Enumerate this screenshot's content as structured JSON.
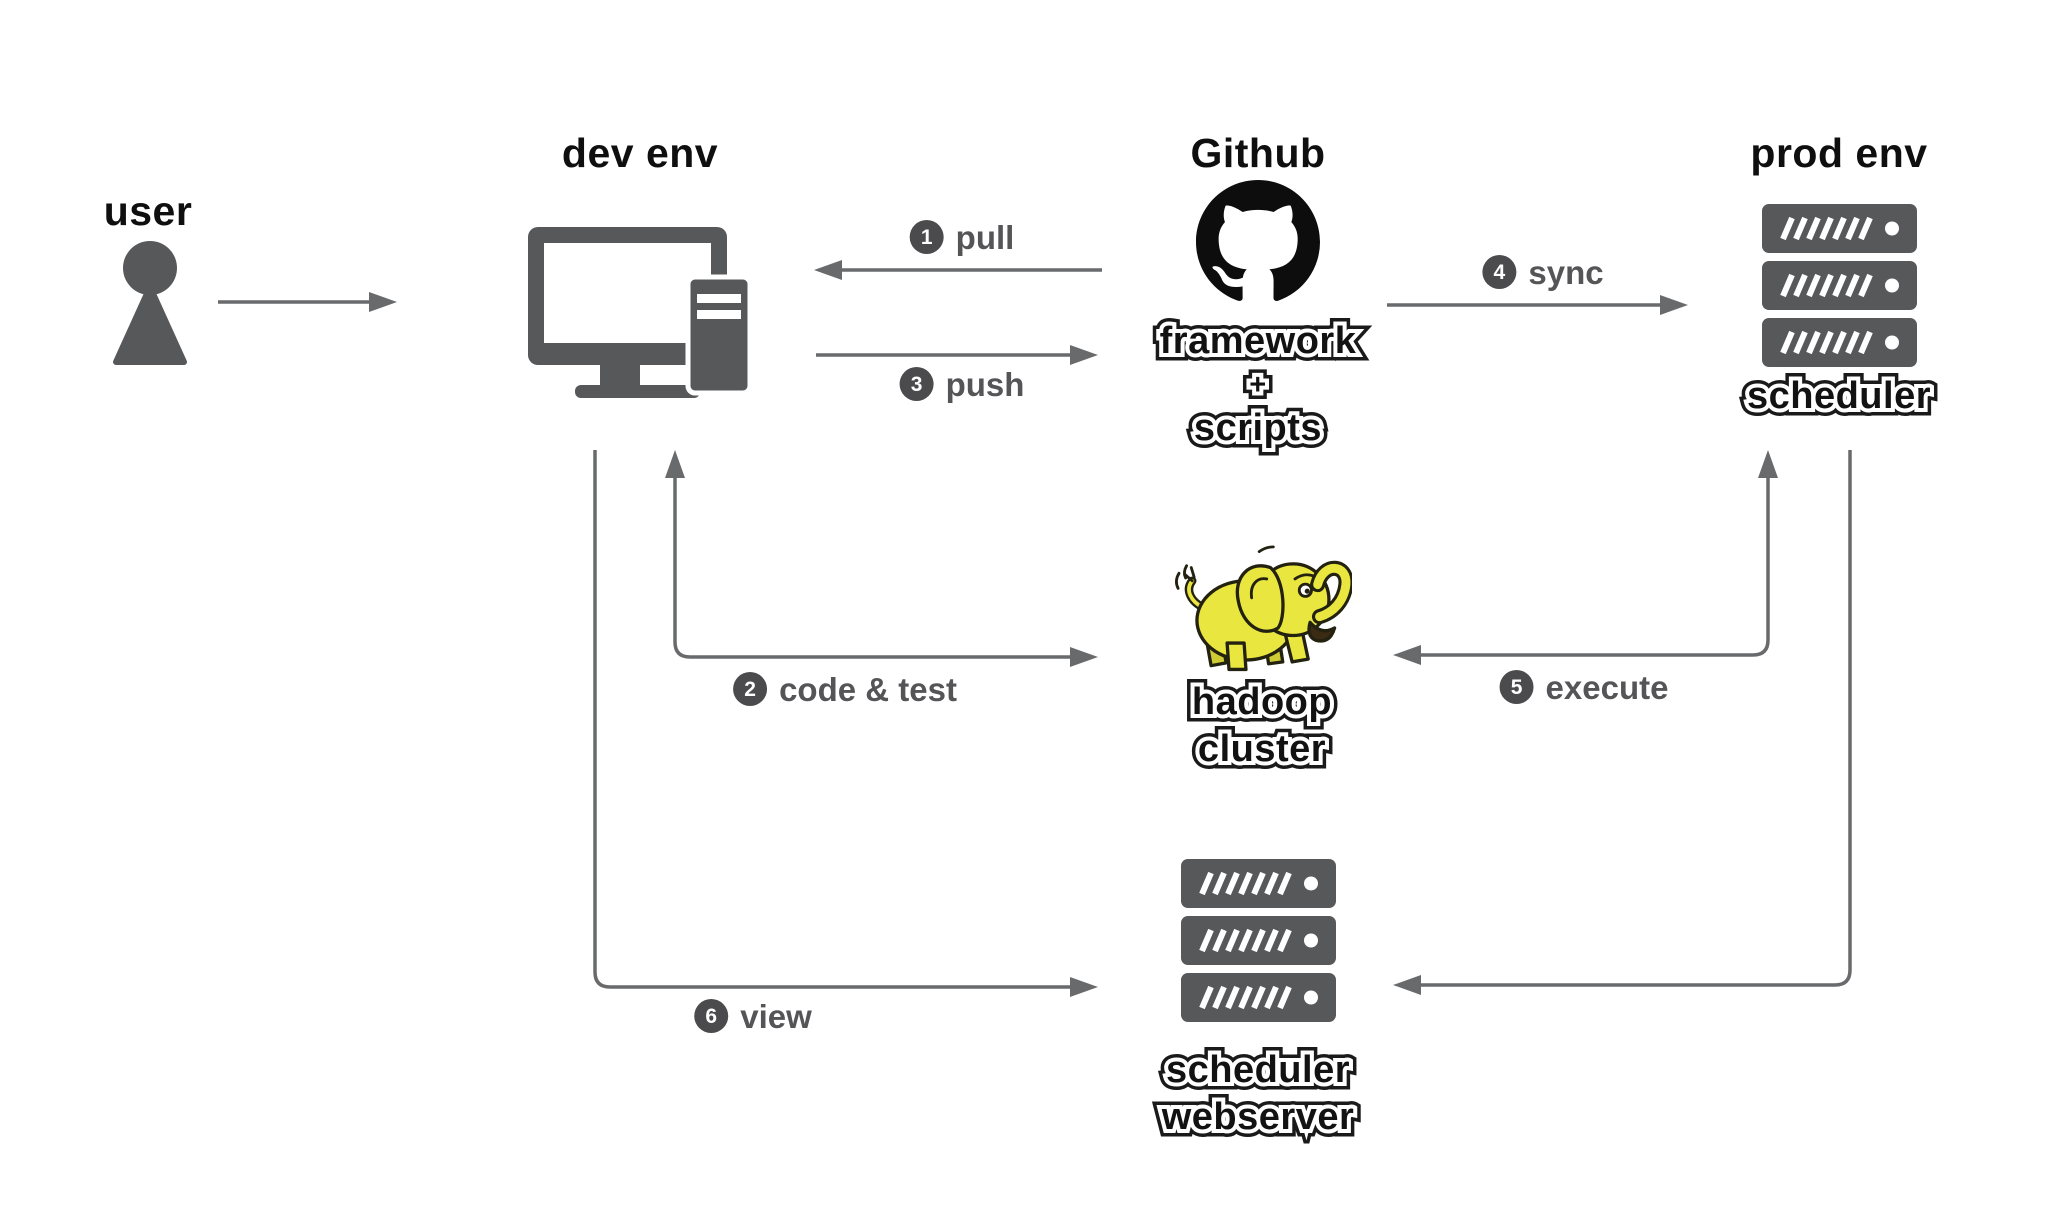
{
  "colors": {
    "background": "#ffffff",
    "node_gray": "#57585a",
    "arrow_gray": "#696a6c",
    "label_gray": "#555558",
    "badge_gray": "#4b4b4d",
    "title_black": "#0f0f0f",
    "hadoop_yellow": "#e9e63f"
  },
  "nodes": {
    "user": {
      "label": "user",
      "icon": "person-icon"
    },
    "dev_env": {
      "title": "dev env",
      "icon": "desktop-computer-icon"
    },
    "github": {
      "title": "Github",
      "icon": "github-octocat-icon",
      "caption": {
        "line1": "framework",
        "line2": "+",
        "line3": "scripts"
      }
    },
    "prod_env": {
      "title": "prod env",
      "icon": "server-stack-icon",
      "caption": {
        "line1": "scheduler"
      }
    },
    "hadoop_cluster": {
      "icon": "hadoop-elephant-icon",
      "caption": {
        "line1": "hadoop",
        "line2": "cluster"
      }
    },
    "scheduler_webserver": {
      "icon": "server-stack-icon",
      "caption": {
        "line1": "scheduler",
        "line2": "webserver"
      }
    }
  },
  "flows": {
    "pull": {
      "num": "1",
      "label": "pull"
    },
    "code_test": {
      "num": "2",
      "label": "code & test"
    },
    "push": {
      "num": "3",
      "label": "push"
    },
    "sync": {
      "num": "4",
      "label": "sync"
    },
    "execute": {
      "num": "5",
      "label": "execute"
    },
    "view": {
      "num": "6",
      "label": "view"
    }
  }
}
